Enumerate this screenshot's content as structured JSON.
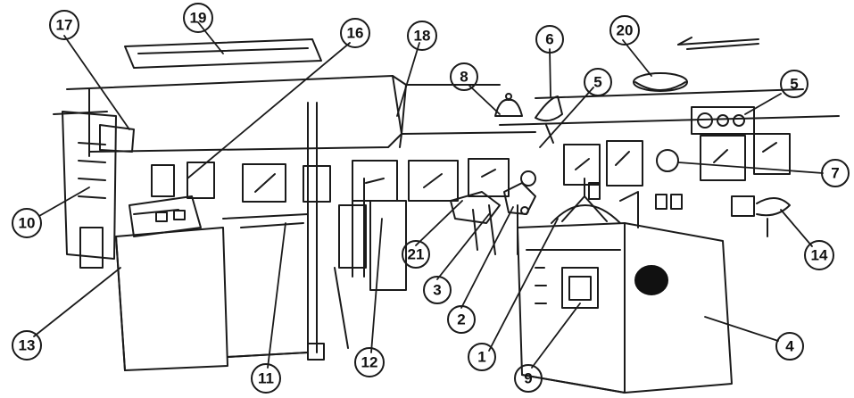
{
  "colors": {
    "ink": "#1a1a1a",
    "paper": "#ffffff",
    "accent_dark": "#111111"
  },
  "callouts": [
    {
      "id": "c1",
      "label": "1"
    },
    {
      "id": "c2",
      "label": "2"
    },
    {
      "id": "c3",
      "label": "3"
    },
    {
      "id": "c4",
      "label": "4"
    },
    {
      "id": "c5a",
      "label": "5"
    },
    {
      "id": "c5b",
      "label": "5"
    },
    {
      "id": "c6",
      "label": "6"
    },
    {
      "id": "c7",
      "label": "7"
    },
    {
      "id": "c8",
      "label": "8"
    },
    {
      "id": "c9",
      "label": "9"
    },
    {
      "id": "c10",
      "label": "10"
    },
    {
      "id": "c11",
      "label": "11"
    },
    {
      "id": "c12",
      "label": "12"
    },
    {
      "id": "c13",
      "label": "13"
    },
    {
      "id": "c14",
      "label": "14"
    },
    {
      "id": "c16",
      "label": "16"
    },
    {
      "id": "c17",
      "label": "17"
    },
    {
      "id": "c18",
      "label": "18"
    },
    {
      "id": "c19",
      "label": "19"
    },
    {
      "id": "c20",
      "label": "20"
    },
    {
      "id": "c21",
      "label": "21"
    }
  ]
}
